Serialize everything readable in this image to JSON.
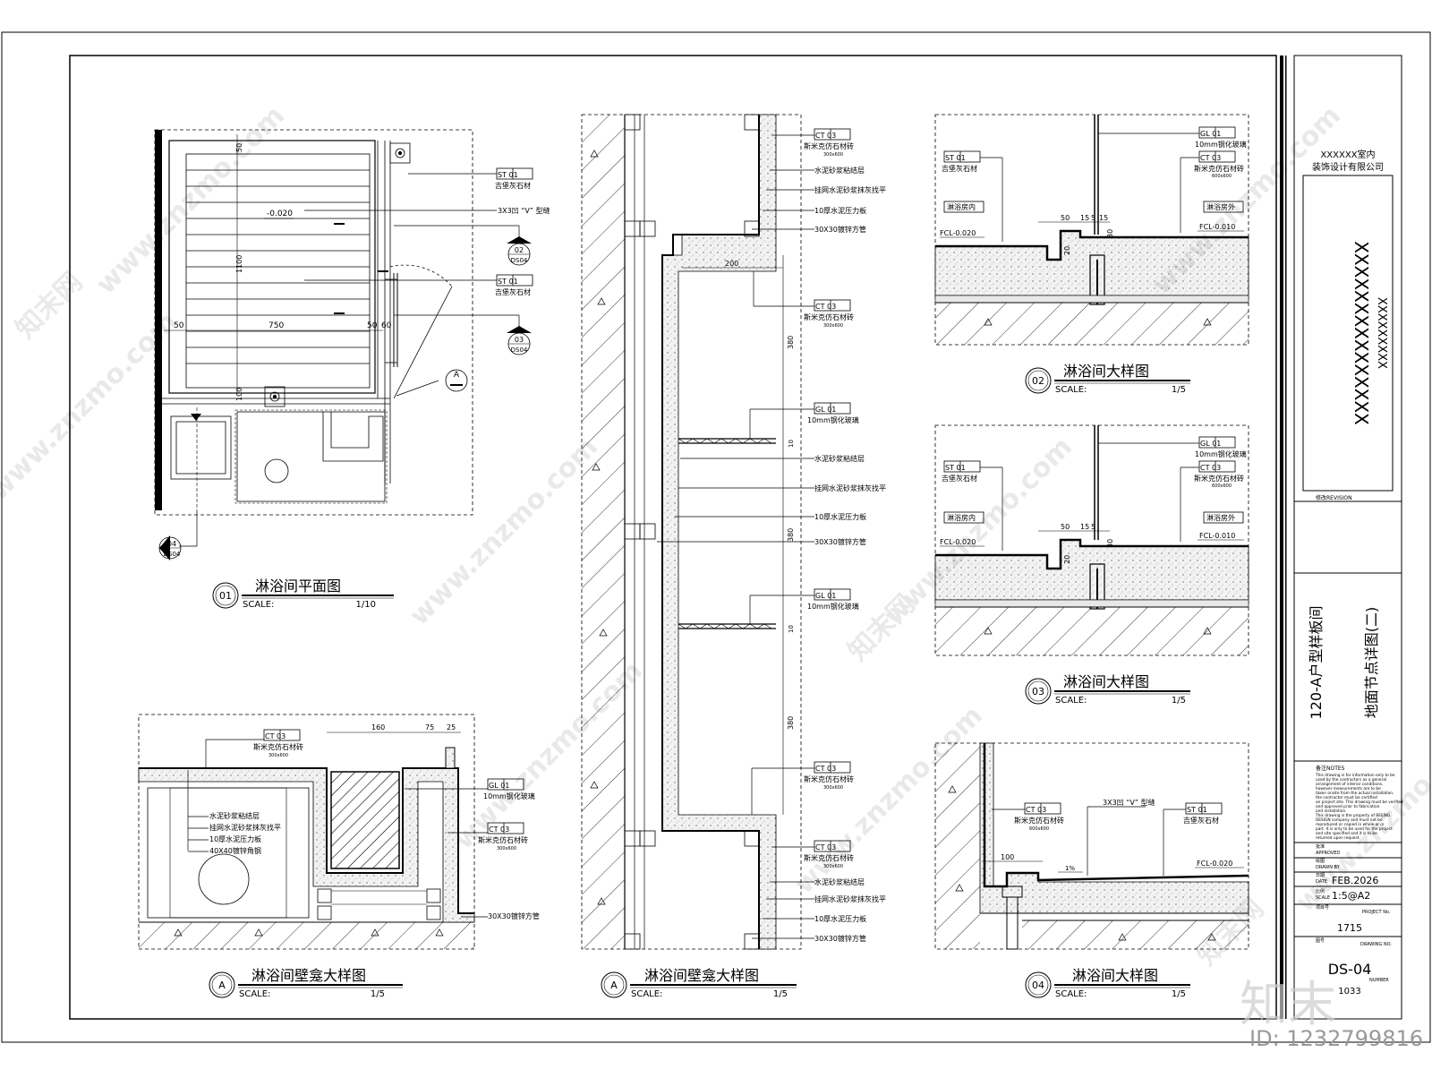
{
  "title_block": {
    "company_line1": "XXXXXX室内",
    "company_line2": "装饰设计有限公司",
    "project_main": "XXXXXXXXXXXXXXX",
    "project_sub": "XXXXXXXXX",
    "revision_label": "修改REVISION",
    "drawing_title_line1": "120-A户型样板间",
    "drawing_title_line2": "地面节点详图(二)",
    "notes_label": "备注NOTES",
    "notes_lines": [
      "This drawing is for information only to be",
      "used by the contractors as a general",
      "arrangement of interior conditions.",
      "however measurements are to be",
      "taken onsite from the actual installation.",
      "the contractor must be certified",
      "an project site. This drawing must be verified",
      "and approved prior to fabrication",
      "and installation.",
      "This drawing is the property of BEIJING",
      "DESIGN company and must not be",
      "reproduced or copied in whole or in",
      "part. It is only to be used for the project",
      "and site specified and it is to be",
      "returned upon request."
    ],
    "approved_cn": "批准",
    "approved_en": "APPROVED",
    "drawn_cn": "绘图",
    "drawn_en": "DRAWN BY",
    "date_cn": "日期",
    "date_en": "DATE",
    "date_value": "FEB.2026",
    "scale_cn": "比例",
    "scale_en": "SCALE",
    "scale_value": "1:5@A2",
    "project_no_cn": "项目号",
    "project_no_en": "PROJECT No.",
    "project_no_value": "1715",
    "drawing_no_cn": "图号",
    "drawing_no_en": "DRAWING NO.",
    "drawing_no_value": "DS-04",
    "number_en": "NUMBER",
    "number_value": "1033"
  },
  "views": {
    "plan": {
      "no": "01",
      "title": "淋浴间平面图",
      "scale_label": "SCALE:",
      "scale": "1/10"
    },
    "niche_a": {
      "no": "A",
      "title": "淋浴间壁龛大样图",
      "scale_label": "SCALE:",
      "scale": "1/5"
    },
    "niche_b": {
      "no": "A",
      "title": "淋浴间壁龛大样图",
      "scale_label": "SCALE:",
      "scale": "1/5"
    },
    "detail02": {
      "no": "02",
      "title": "淋浴间大样图",
      "scale_label": "SCALE:",
      "scale": "1/5"
    },
    "detail03": {
      "no": "03",
      "title": "淋浴间大样图",
      "scale_label": "SCALE:",
      "scale": "1/5"
    },
    "detail04": {
      "no": "04",
      "title": "淋浴间大样图",
      "scale_label": "SCALE:",
      "scale": "1/5"
    }
  },
  "plan_labels": {
    "st01": "ST  01",
    "stone": "吉堡灰石材",
    "vjoint": "3X3凹 “V” 型缝",
    "level": "-0.020",
    "dim_50": "50",
    "dim_1100": "1100",
    "dim_750": "750",
    "dim_60": "60",
    "dim_100": "100",
    "ref02_top": "02",
    "ref02_bot": "DS04",
    "ref03_top": "03",
    "ref03_bot": "DS04",
    "ref04_top": "04",
    "ref04_bot": "DS04",
    "refA": "A"
  },
  "section_labels": {
    "ct03": "CT  03",
    "mosaic": "斯米克仿石材砖",
    "mosaic_size": "300x600",
    "mortar": "水泥砂浆粘结层",
    "mesh": "挂网水泥砂浆抹灰找平",
    "board": "10厚水泥压力板",
    "tube": "30X30镀锌方管",
    "gl01": "GL  01",
    "glass": "10mm钢化玻璃",
    "angle": "40X40镀锌角钢",
    "dim_200": "200",
    "dim_380": "380",
    "dim_10": "10",
    "dim_160": "160",
    "dim_75": "75",
    "dim_25": "25"
  },
  "detail_labels": {
    "gl01": "GL  01",
    "glass": "10mm钢化玻璃",
    "ct03": "CT  03",
    "mosaic": "斯米克仿石材砖",
    "mosaic_size": "600x600",
    "st01": "ST  01",
    "stone": "吉堡灰石材",
    "inside": "淋浴房内",
    "outside": "淋浴房外",
    "fcl_in": "FCL-0.020",
    "fcl_out": "FCL-0.010",
    "fcl_04": "FCL-0.020",
    "vjoint": "3X3凹 “V” 型缝",
    "dim_50": "50",
    "dim_15": "15",
    "dim_5": "5",
    "dim_30": "30",
    "dim_20": "20",
    "dim_100": "100",
    "slope": "1%"
  },
  "watermarks": {
    "url": "www.znzmo.com",
    "brand": "知末网",
    "logo": "知末",
    "id": "ID: 1232799816"
  }
}
